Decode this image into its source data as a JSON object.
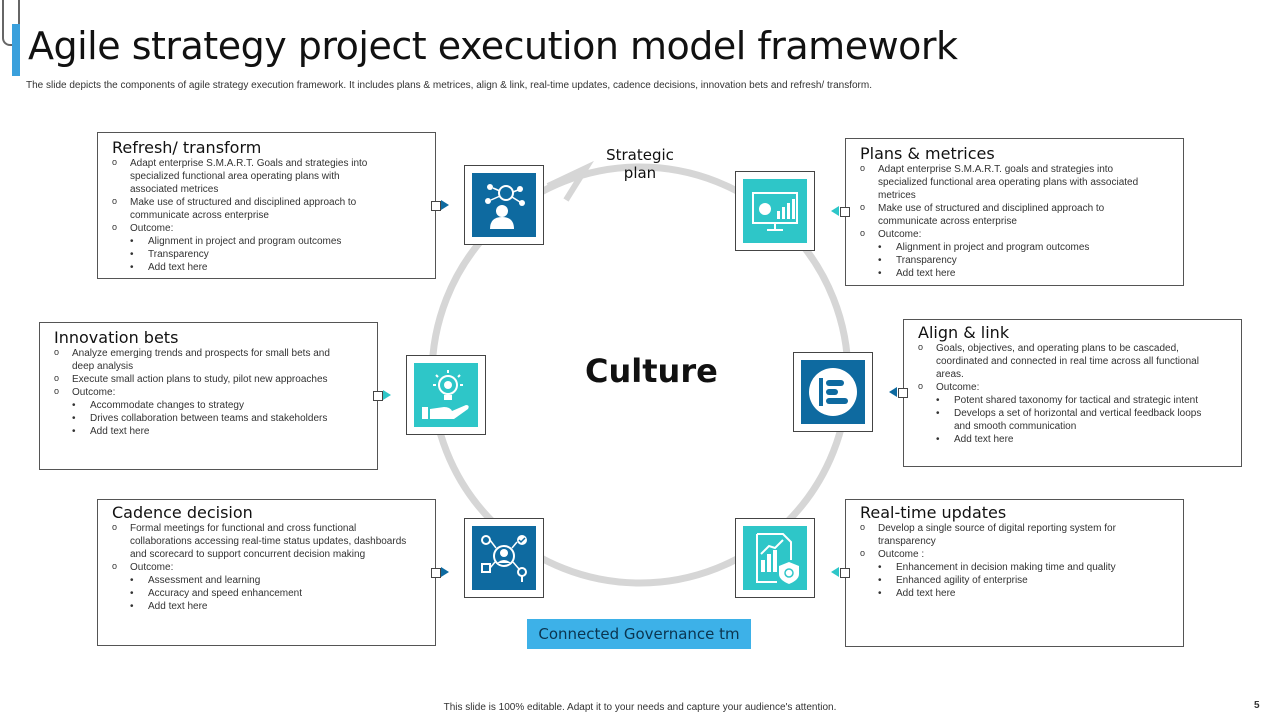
{
  "slide": {
    "title": "Agile strategy project execution model framework",
    "subtitle": "The slide depicts the components of agile strategy execution framework. It includes plans & metrices, align & link,  real-time updates, cadence decisions, innovation bets and refresh/ transform.",
    "center_label": "Culture",
    "cycle_label": "Strategic\nplan",
    "governance_label": "Connected Governance tm",
    "footer": "This slide is 100% editable. Adapt it to your needs and capture your audience's attention.",
    "page_number": "5",
    "colors": {
      "dark_blue": "#0e6aa0",
      "teal": "#2ec6c8",
      "light_blue": "#3db1e8",
      "ring": "#d6d6d6"
    }
  },
  "sections": {
    "refresh": {
      "title": "Refresh/ transform",
      "icon": "brain-network-person-icon",
      "items": [
        "Adapt enterprise S.M.A.R.T. Goals and strategies into specialized functional area operating plans with associated metrices",
        "Make use of structured and disciplined approach to communicate  across enterprise",
        "Outcome:"
      ],
      "outcomes": [
        "Alignment in project and program outcomes",
        "Transparency",
        "Add text here"
      ]
    },
    "plans": {
      "title": "Plans & metrices",
      "icon": "monitor-dashboard-icon",
      "items": [
        "Adapt enterprise S.M.A.R.T. goals and strategies into specialized functional area operating plans with associated metrices",
        "Make use of structured and disciplined approach to communicate  across enterprise",
        "Outcome:"
      ],
      "outcomes": [
        "Alignment in project and program outcomes",
        "Transparency",
        "Add text here"
      ]
    },
    "innovation": {
      "title": "Innovation bets",
      "icon": "hand-lightbulb-icon",
      "items": [
        "Analyze emerging trends and prospects for small bets and deep analysis",
        "Execute small action plans to study, pilot new approaches",
        "Outcome:"
      ],
      "outcomes": [
        "Accommodate changes to strategy",
        "Drives collaboration between teams and stakeholders",
        "Add text here"
      ]
    },
    "align": {
      "title": "Align & link",
      "icon": "bar-list-icon",
      "items": [
        "Goals, objectives, and operating plans to be cascaded, coordinated and connected in real time across all functional areas.",
        "Outcome:"
      ],
      "outcomes": [
        "Potent  shared taxonomy for tactical and strategic intent",
        "Develops a set of horizontal and vertical feedback loops  and smooth communication",
        "Add text here"
      ]
    },
    "cadence": {
      "title": "Cadence decision",
      "icon": "workflow-person-icon",
      "items": [
        "Formal meetings  for functional and cross functional collaborations accessing real-time status updates, dashboards and scorecard to support concurrent decision making",
        "Outcome:"
      ],
      "outcomes": [
        "Assessment and learning",
        "Accuracy and speed enhancement",
        "Add text here"
      ]
    },
    "realtime": {
      "title": "Real-time updates",
      "icon": "report-shield-icon",
      "items": [
        "Develop a single source of digital reporting system  for transparency",
        "Outcome :"
      ],
      "outcomes": [
        "Enhancement in decision making time  and quality",
        "Enhanced agility  of enterprise",
        "Add text here"
      ]
    }
  }
}
